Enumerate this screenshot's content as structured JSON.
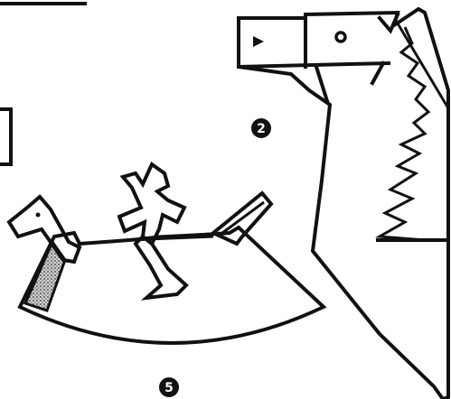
{
  "figure": {
    "step_labels": [
      {
        "id": "step-2",
        "text": "2"
      },
      {
        "id": "step-5",
        "text": "5"
      }
    ]
  },
  "colors": {
    "ink": "#111111",
    "paper": "#ffffff",
    "shade": "#9a9a9a"
  }
}
